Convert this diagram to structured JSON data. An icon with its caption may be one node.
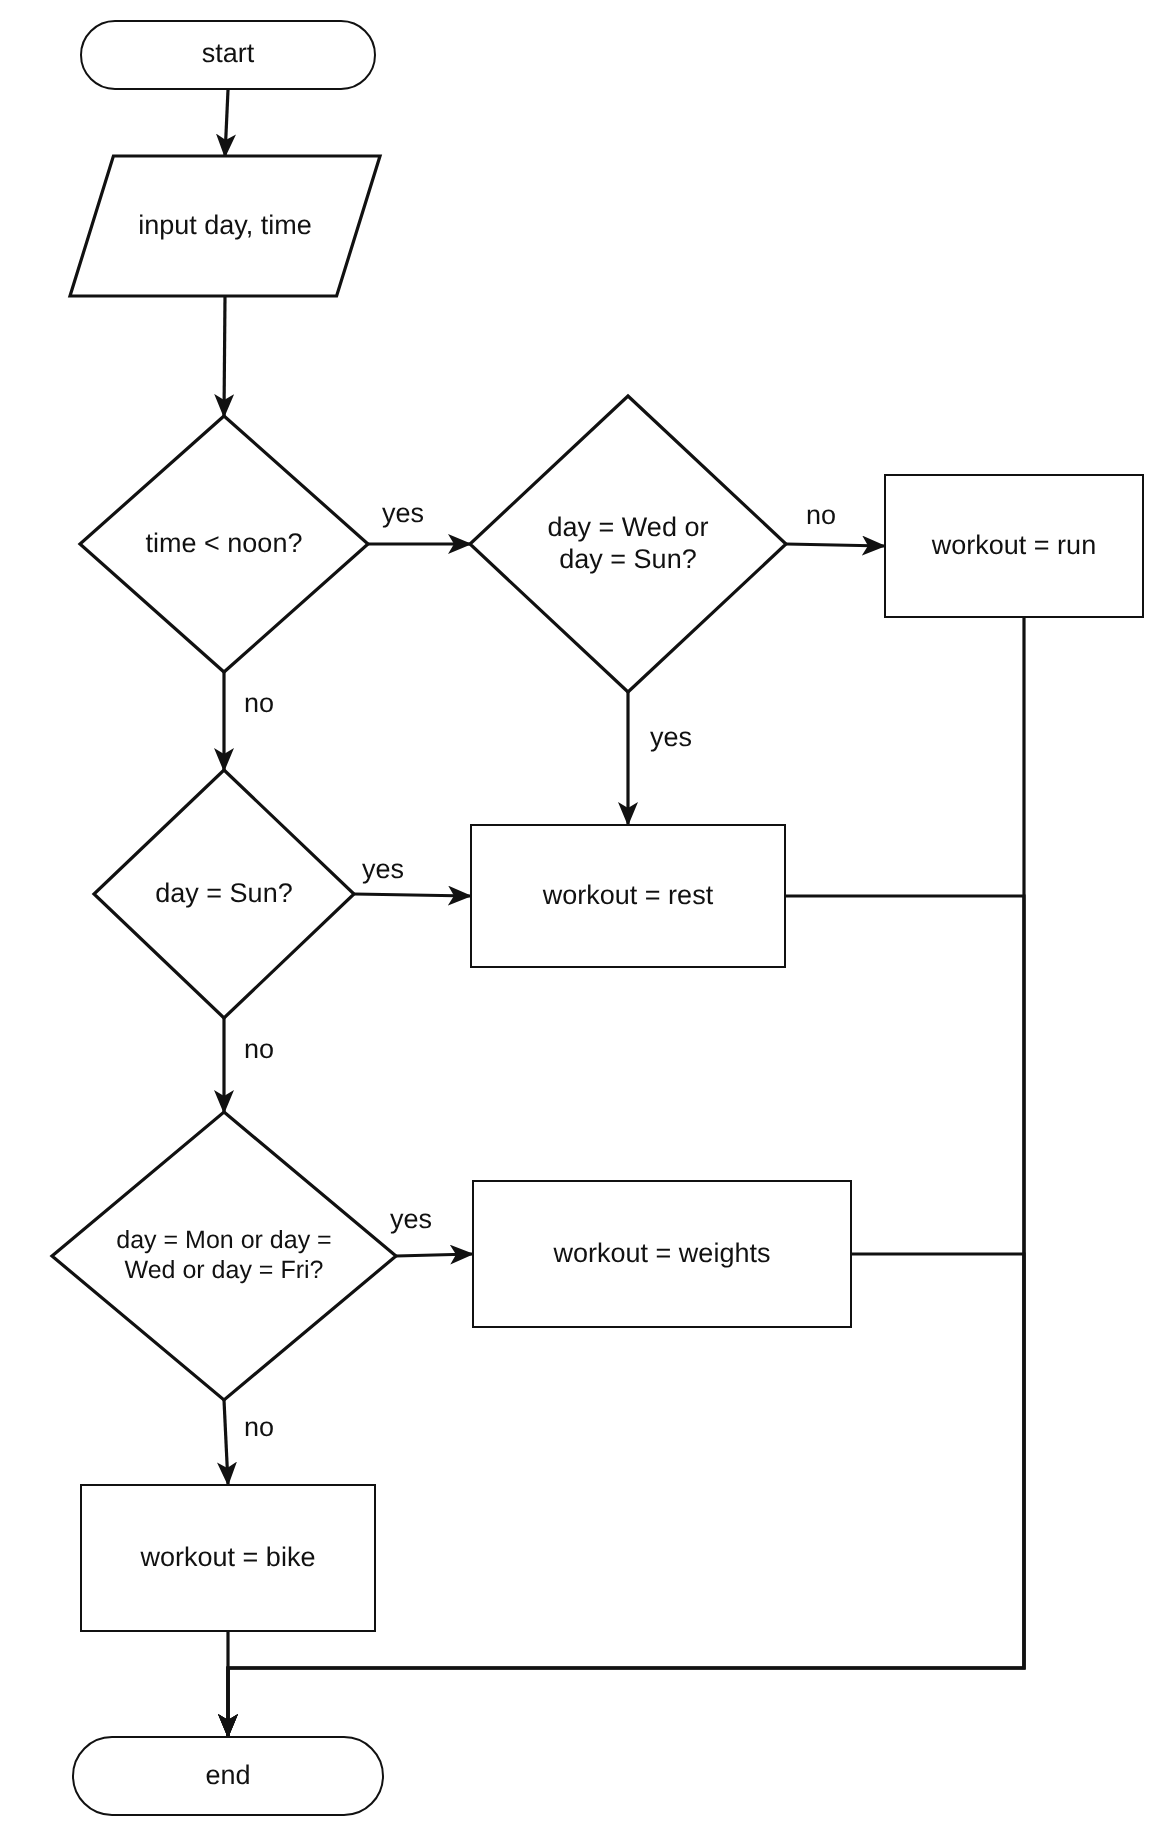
{
  "diagram": {
    "nodes": [
      {
        "text": [
          "start"
        ]
      },
      {
        "text": [
          "input day, time"
        ]
      },
      {
        "text": [
          "time < noon?"
        ]
      },
      {
        "text": [
          "day = Wed or day = Sun?"
        ]
      },
      {
        "text": [
          "workout = run"
        ]
      },
      {
        "text": [
          "day = Sun?"
        ]
      },
      {
        "text": [
          "workout = rest"
        ]
      },
      {
        "text": [
          "day = Mon or day = Wed or day = Fri?"
        ]
      },
      {
        "text": [
          "workout = weights"
        ]
      },
      {
        "text": [
          "workout = bike"
        ]
      },
      {
        "text": [
          "end"
        ]
      }
    ],
    "edges": [
      {
        "from": 0,
        "to": 1,
        "arrow": "to"
      },
      {
        "from": 1,
        "to": 2,
        "arrow": "to"
      },
      {
        "from": 2,
        "to": 3,
        "arrow": "to",
        "label": "yes"
      },
      {
        "from": 3,
        "to": 4,
        "arrow": "to",
        "label": "no"
      },
      {
        "from": 2,
        "to": 5,
        "arrow": "to",
        "label": "no"
      },
      {
        "from": 3,
        "to": 6,
        "arrow": "to",
        "label": "yes"
      },
      {
        "from": 5,
        "to": 6,
        "arrow": "to",
        "label": "yes"
      },
      {
        "from": 5,
        "to": 7,
        "arrow": "to",
        "label": "no"
      },
      {
        "from": 7,
        "to": 8,
        "arrow": "to",
        "label": "yes"
      },
      {
        "from": 7,
        "to": 9,
        "arrow": "to",
        "label": "no"
      },
      {
        "from": 9,
        "to": 10,
        "arrow": "to"
      },
      {
        "from": 4,
        "to": 10,
        "arrow": "to"
      },
      {
        "from": 6,
        "to": 10,
        "arrow": "to"
      },
      {
        "from": 8,
        "to": 10,
        "arrow": "to"
      }
    ]
  }
}
